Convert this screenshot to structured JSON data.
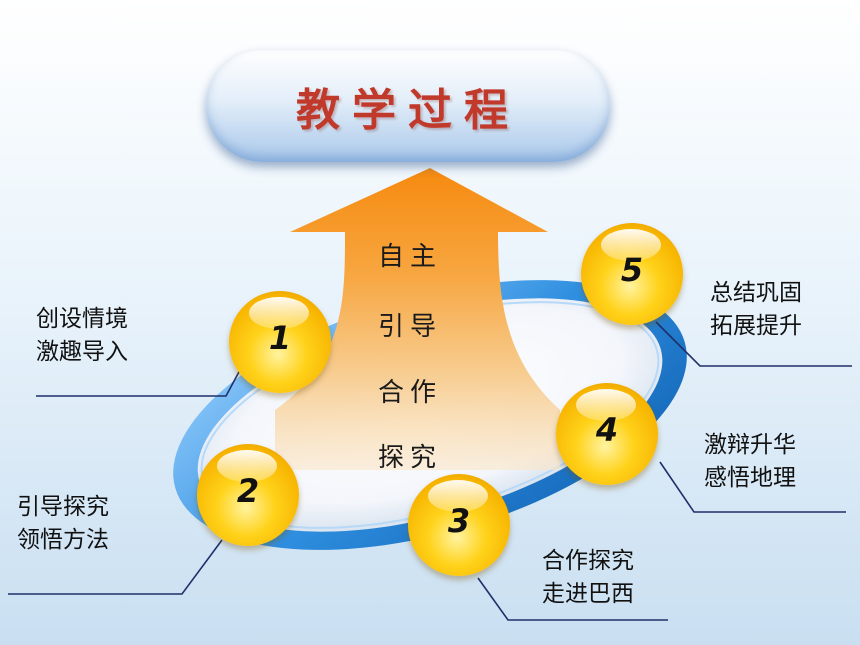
{
  "title": "教学过程",
  "center": {
    "lines": [
      "自主",
      "引导",
      "合作",
      "探究"
    ]
  },
  "steps": [
    {
      "number": "1",
      "lines": [
        "创设情境",
        "激趣导入"
      ]
    },
    {
      "number": "2",
      "lines": [
        "引导探究",
        "领悟方法"
      ]
    },
    {
      "number": "3",
      "lines": [
        "合作探究",
        "走进巴西"
      ]
    },
    {
      "number": "4",
      "lines": [
        "激辩升华",
        "感悟地理"
      ]
    },
    {
      "number": "5",
      "lines": [
        "总结巩固",
        "拓展提升"
      ]
    }
  ],
  "colors": {
    "title_text": "#c0392b",
    "ball_yellow": "#ffd21a",
    "arrow_orange": "#f79a1c",
    "ring_blue": "#2f8fe0",
    "connector_navy": "#1f2f6b"
  }
}
